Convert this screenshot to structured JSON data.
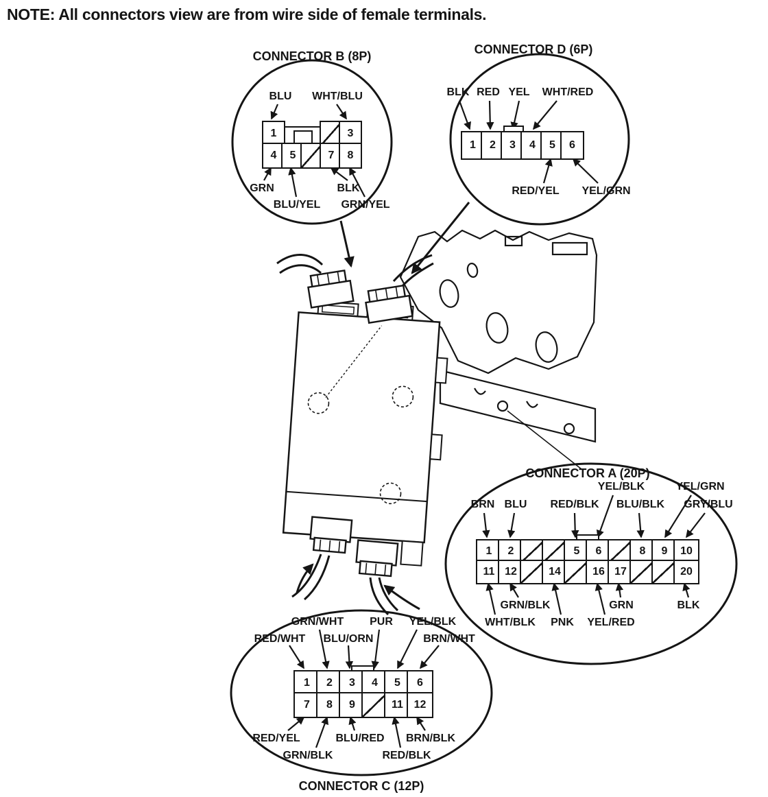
{
  "note": "NOTE: All connectors view are from wire side of female terminals.",
  "colors": {
    "ink": "#151515",
    "paper": "#ffffff"
  },
  "connector_b": {
    "title": "CONNECTOR B (8P)",
    "rows": [
      [
        "1",
        "",
        "3"
      ],
      [
        "4",
        "5",
        "",
        "7",
        "8"
      ]
    ],
    "labels": {
      "top": [
        "BLU",
        "WHT/BLU"
      ],
      "bottom": [
        "GRN",
        "BLU/YEL",
        "BLK",
        "GRN/YEL"
      ]
    }
  },
  "connector_d": {
    "title": "CONNECTOR D (6P)",
    "rows": [
      [
        "1",
        "2",
        "3",
        "4",
        "5",
        "6"
      ]
    ],
    "labels": {
      "top": [
        "BLK",
        "RED",
        "YEL",
        "WHT/RED"
      ],
      "bottom": [
        "RED/YEL",
        "YEL/GRN"
      ]
    }
  },
  "connector_a": {
    "title": "CONNECTOR A (20P)",
    "rows": [
      [
        "1",
        "2",
        "",
        "",
        "5",
        "6",
        "",
        "8",
        "9",
        "10"
      ],
      [
        "11",
        "12",
        "",
        "14",
        "",
        "16",
        "17",
        "",
        "",
        "20"
      ]
    ],
    "labels": {
      "top_row1": [
        "YEL/BLK",
        "YEL/GRN"
      ],
      "top_row2": [
        "BRN",
        "BLU",
        "RED/BLK",
        "BLU/BLK",
        "GRY/BLU"
      ],
      "bottom_row1": [
        "GRN/BLK",
        "GRN",
        "BLK"
      ],
      "bottom_row2": [
        "WHT/BLK",
        "PNK",
        "YEL/RED"
      ]
    }
  },
  "connector_c": {
    "title": "CONNECTOR C (12P)",
    "rows": [
      [
        "1",
        "2",
        "3",
        "4",
        "5",
        "6"
      ],
      [
        "7",
        "8",
        "9",
        "",
        "11",
        "12"
      ]
    ],
    "labels": {
      "top_row1": [
        "GRN/WHT",
        "PUR",
        "YEL/BLK"
      ],
      "top_row2": [
        "RED/WHT",
        "BLU/ORN",
        "BRN/WHT"
      ],
      "bottom_row1": [
        "RED/YEL",
        "BLU/RED",
        "BRN/BLK"
      ],
      "bottom_row2": [
        "GRN/BLK",
        "RED/BLK"
      ]
    }
  }
}
